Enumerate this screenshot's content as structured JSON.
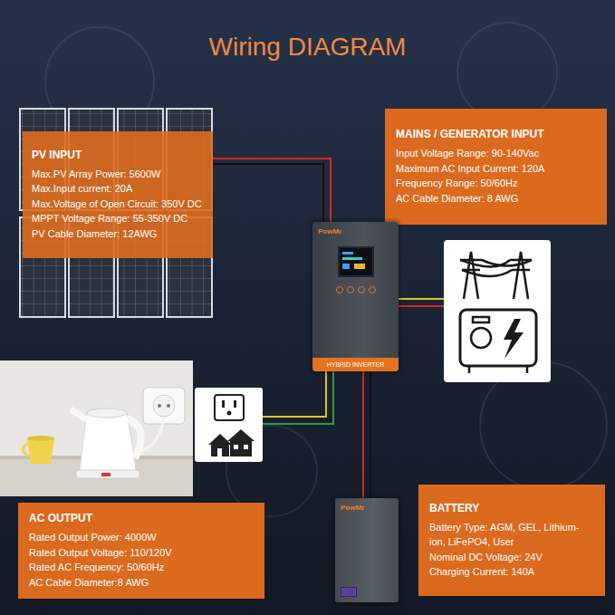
{
  "diagram": {
    "title": "Wiring DIAGRAM",
    "nodes": [
      {
        "text": [
          "PV INPUT",
          "Max.PV Array Power: 5600W",
          "Max.Input current: 20A",
          "Max.Voltage of Open Circuit: 350V DC",
          "MPPT Voltage Range: 55-350V DC",
          "PV Cable Diameter: 12AWG"
        ]
      },
      {
        "text": [
          "MAINS / GENERATOR INPUT",
          "Input Voltage Range: 90-140Vac",
          "Maximum AC Input Current: 120A",
          "Frequency Range: 50/60Hz",
          "AC Cable Diameter: 8 AWG"
        ]
      },
      {
        "text": [
          "PowMr",
          "HYBRID INVERTER"
        ]
      },
      {
        "text": [
          "AC OUTPUT",
          "Rated Output Power: 4000W",
          "Rated Output Voltage: 110/120V",
          "Rated AC Frequency: 50/60Hz",
          "AC Cable Diameter:8 AWG"
        ]
      },
      {
        "text": [
          "PowMr"
        ]
      },
      {
        "text": [
          "BATTERY",
          "Battery Type: AGM, GEL, Lithium-ion, LiFePO4, User",
          "Nominal DC Voltage: 24V",
          "Charging Current: 140A"
        ]
      }
    ],
    "edges": [
      {
        "from": 0,
        "to": 2,
        "arrow": "none"
      },
      {
        "from": 2,
        "to": 4,
        "arrow": "none"
      }
    ]
  }
}
